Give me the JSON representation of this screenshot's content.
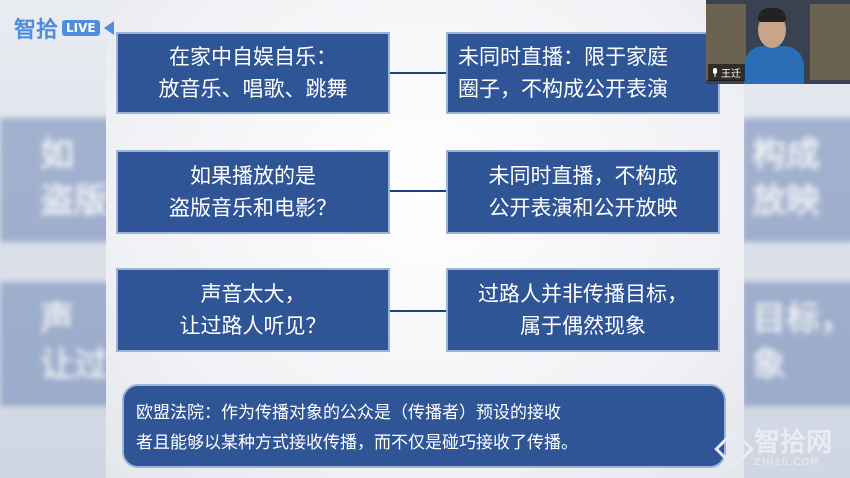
{
  "branding": {
    "logo_text": "智拾",
    "live_badge": "LIVE"
  },
  "slide": {
    "rows": [
      {
        "left": [
          "在家中自娱自乐：",
          "放音乐、唱歌、跳舞"
        ],
        "right": [
          "未同时直播：限于家庭",
          "圈子，不构成公开表演"
        ]
      },
      {
        "left": [
          "如果播放的是",
          "盗版音乐和电影？"
        ],
        "right": [
          "未同时直播，不构成",
          "公开表演和公开放映"
        ]
      },
      {
        "left": [
          "声音太大，",
          "让过路人听见？"
        ],
        "right": [
          "过路人并非传播目标，",
          "属于偶然现象"
        ]
      }
    ],
    "bottom_lines": [
      "欧盟法院：作为传播对象的公众是（传播者）预设的接收",
      "者且能够以某种方式接收传播，而不仅是碰巧接收了传播。"
    ]
  },
  "background_ghost": {
    "left": [
      "如",
      "盗版",
      "声",
      "让过"
    ],
    "right": [
      "构成",
      "放映",
      "目标，",
      "象"
    ]
  },
  "camera": {
    "name_tag": "王迁"
  },
  "watermark": {
    "text": "智拾网",
    "url": "ZHI10.COM"
  },
  "colors": {
    "box_fill": "#2f5597",
    "box_border": "#9fb3d8",
    "logo_blue": "#4f8de0"
  }
}
